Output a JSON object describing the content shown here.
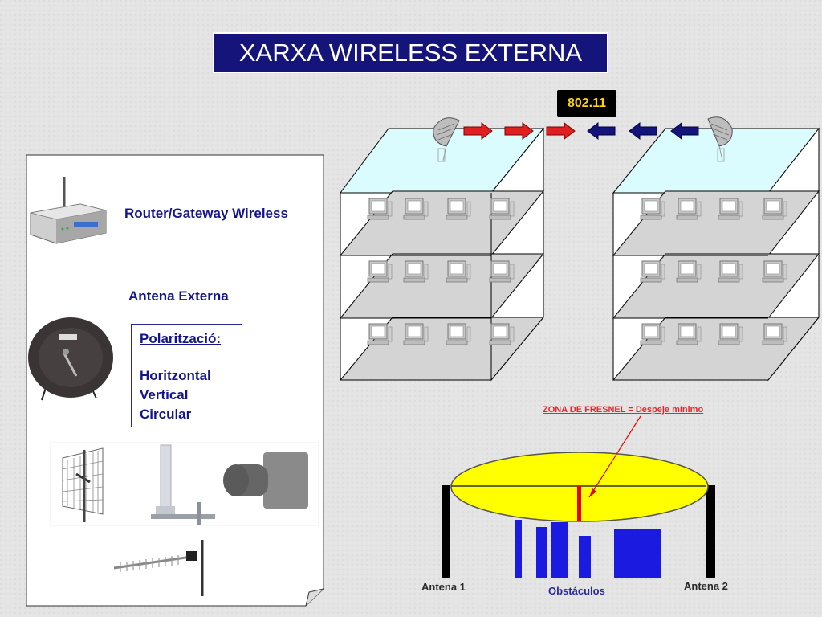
{
  "title": "XARXA WIRELESS EXTERNA",
  "protocol_badge": "802.11",
  "left_panel": {
    "router_label": "Router/Gateway Wireless",
    "antenna_label": "Antena Externa",
    "polarization": {
      "heading": "Polarització:",
      "options": [
        "Horitzontal",
        "Vertical",
        "Circular"
      ]
    }
  },
  "fresnel": {
    "zone_label": "ZONA DE FRESNEL = Despeje mínimo",
    "antenna1_label": "Antena 1",
    "antenna2_label": "Antena 2",
    "obstacles_label": "Obstáculos"
  },
  "colors": {
    "title_bg": "#14147a",
    "label_text": "#14148c",
    "badge_bg": "#000000",
    "badge_text": "#ffd400",
    "arrow_right": "#e02020",
    "arrow_left": "#14147a",
    "fresnel_fill": "#ffff00",
    "obstacle_fill": "#1a1ae0",
    "roof_fill": "#dafcfe"
  }
}
